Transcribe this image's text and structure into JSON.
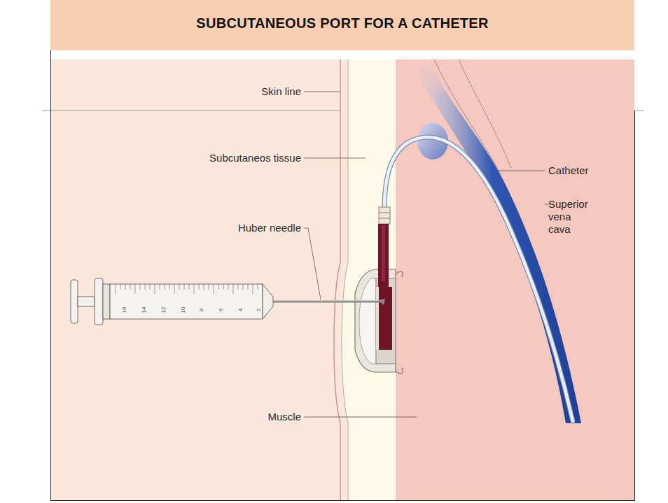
{
  "diagram": {
    "title": "SUBCUTANEOUS PORT FOR A CATHETER",
    "labels": [
      "Skin line",
      "Subcutaneos tissue",
      "Huber needle",
      "Muscle",
      "Catheter",
      "Superior vena cava",
      "16",
      "14",
      "12",
      "10",
      "8",
      "6",
      "4",
      "2"
    ]
  }
}
